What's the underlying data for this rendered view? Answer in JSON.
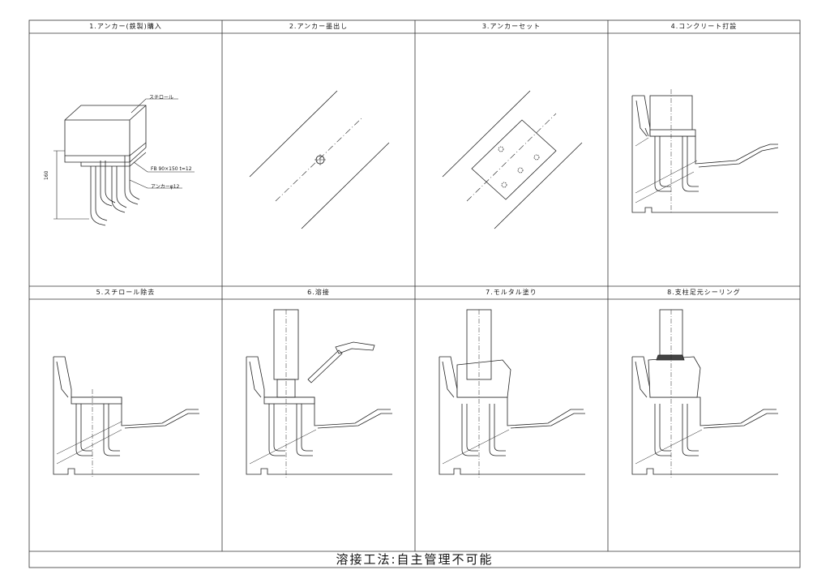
{
  "steps": [
    {
      "title": "1.アンカー(鉄製)購入"
    },
    {
      "title": "2.アンカー墨出し"
    },
    {
      "title": "3.アンカーセット"
    },
    {
      "title": "4.コンクリート打設"
    },
    {
      "title": "5.スチロール除去"
    },
    {
      "title": "6.溶接"
    },
    {
      "title": "7.モルタル塗り"
    },
    {
      "title": "8.支柱足元シーリング"
    }
  ],
  "step1_labels": {
    "styrofoam": "スチロール",
    "plate": "FB 90×150 t=12",
    "anchor": "アンカーφ12",
    "height": "160"
  },
  "footer": {
    "text": "溶接工法:自主管理不可能"
  }
}
